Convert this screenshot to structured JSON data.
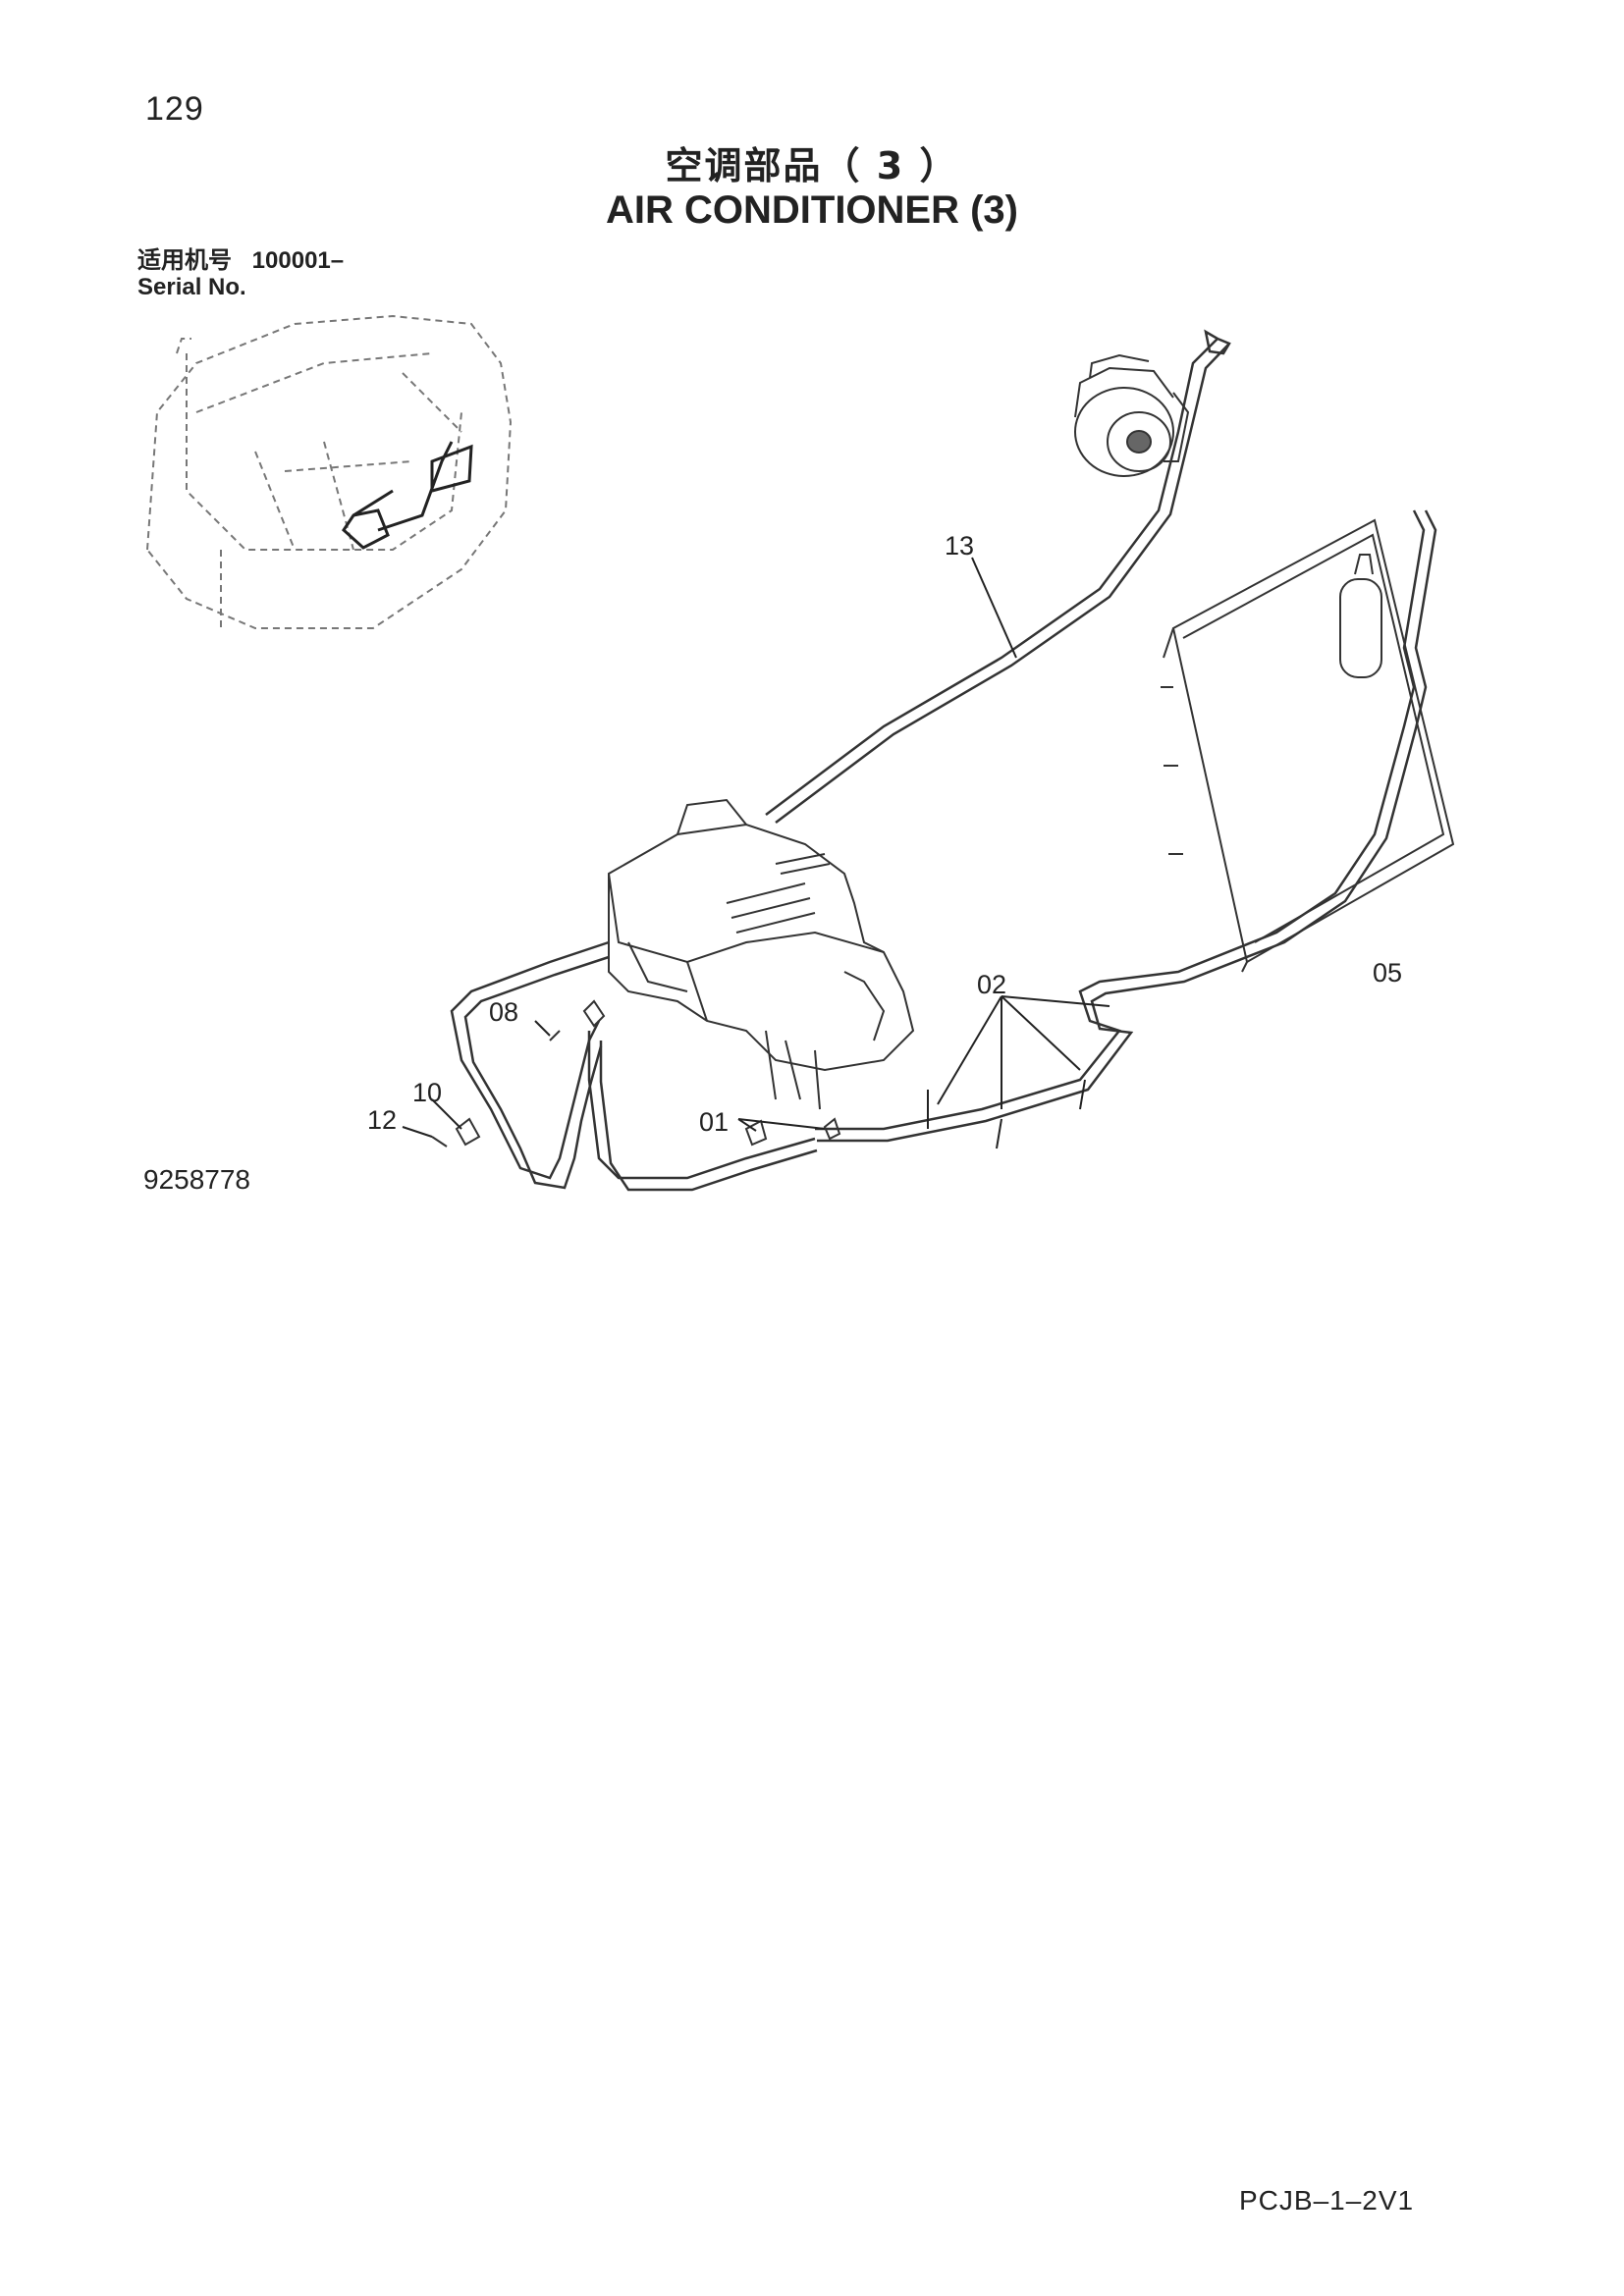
{
  "page_number": "129",
  "title": {
    "cn": "空调部品（ 3 ）",
    "en": "AIR CONDITIONER (3)"
  },
  "serial": {
    "cn_label": "适用机号",
    "number": "100001–",
    "en_label": "Serial No."
  },
  "callouts": {
    "c13": "13",
    "c05": "05",
    "c02": "02",
    "c08": "08",
    "c10": "10",
    "c12": "12",
    "c01": "01"
  },
  "drawing_id": "9258778",
  "footer_code": "PCJB–1–2V1"
}
